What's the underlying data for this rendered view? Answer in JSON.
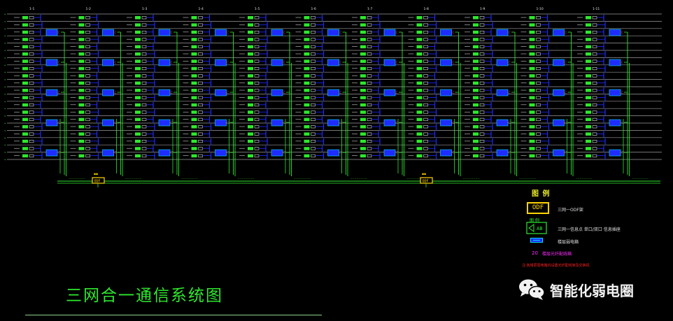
{
  "column_tags": [
    "1-1",
    "1-2",
    "1-3",
    "1-4",
    "1-5",
    "1-6",
    "1-7",
    "1-8",
    "1-9",
    "1-10",
    "1-11"
  ],
  "odf_labels": [
    "ODF",
    "ODF"
  ],
  "legend": {
    "title": "图 例",
    "odf_box": "ODF",
    "odf_desc": "三网一ODF架",
    "outlet_desc": "三网一信息点 单口/双口 信息插座",
    "blue_desc": "楼层弱电箱",
    "magenta_mark": "20",
    "magenta_desc": "楼层光纤配线箱",
    "red_note": "注:各楼层弱电箱内设置光纤配线架及交换机"
  },
  "diagram_title": "三网合一通信系统图",
  "watermark": {
    "icon": "wechat-icon",
    "text": "智能化弱电圈"
  },
  "colors": {
    "background": "#000000",
    "riser": "#2ee82e",
    "floor_box": "#1e2cff",
    "odf": "#ffd400",
    "magenta": "#ff2cff",
    "red": "#ff2020"
  }
}
